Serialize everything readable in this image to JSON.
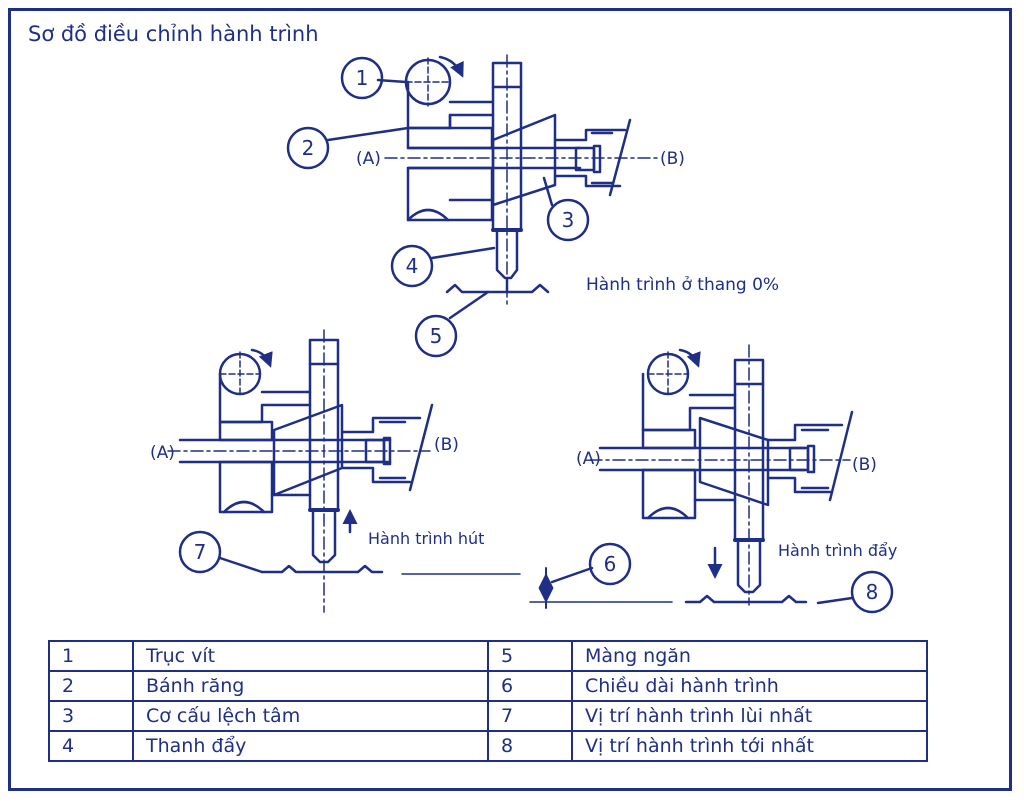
{
  "title": "Sơ đồ điều chỉnh hành trình",
  "colors": {
    "line": "#1f2f86",
    "background": "#ffffff"
  },
  "callouts": [
    "1",
    "2",
    "3",
    "4",
    "5",
    "6",
    "7",
    "8"
  ],
  "axis_labels": {
    "a": "(A)",
    "b": "(B)"
  },
  "annotations": {
    "zero_stroke": "Hành trình ở thang 0%",
    "suction": "Hành trình hút",
    "discharge": "Hành trình đẩy"
  },
  "legend": [
    {
      "left_num": "1",
      "left_text": "Trục vít",
      "right_num": "5",
      "right_text": "Màng ngăn"
    },
    {
      "left_num": "2",
      "left_text": "Bánh răng",
      "right_num": "6",
      "right_text": "Chiều dài hành trình"
    },
    {
      "left_num": "3",
      "left_text": "Cơ cấu lệch tâm",
      "right_num": "7",
      "right_text": "Vị trí hành trình lùi nhất"
    },
    {
      "left_num": "4",
      "left_text": "Thanh đẩy",
      "right_num": "8",
      "right_text": "Vị trí hành trình tới nhất"
    }
  ]
}
